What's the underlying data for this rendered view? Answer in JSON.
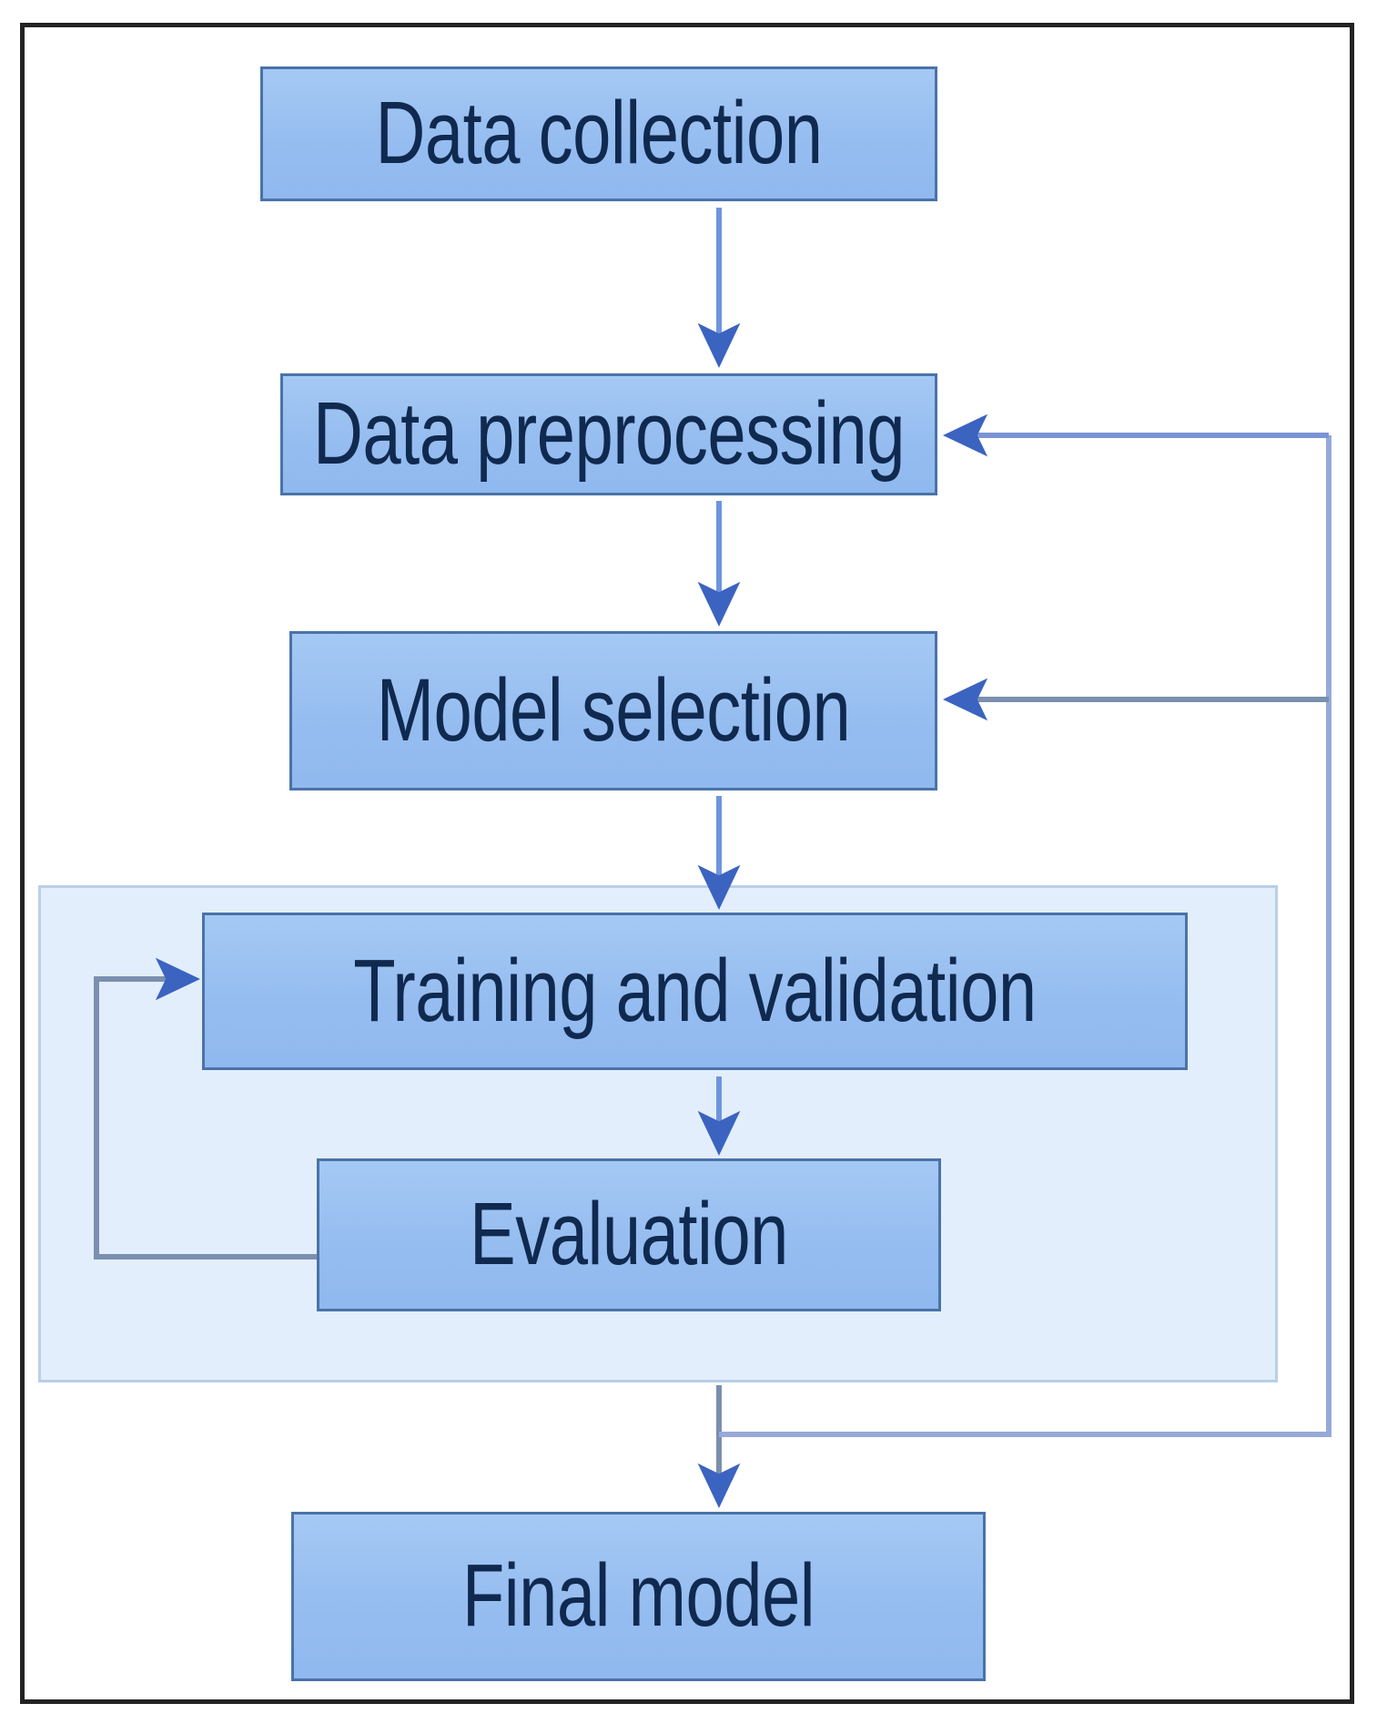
{
  "diagram": {
    "title": "Machine learning workflow flowchart",
    "colors": {
      "node_fill": "#9ac1f2",
      "node_border": "#4a73a8",
      "node_text": "#10294f",
      "group_fill": "#e3eefc",
      "group_border": "#b9cfe8",
      "arrow_blue": "#4472c4",
      "loop_line": "#7b8fae",
      "frame": "#232323",
      "background": "#ffffff"
    },
    "nodes": [
      {
        "id": "data-collection",
        "label": "Data collection"
      },
      {
        "id": "data-preprocessing",
        "label": "Data preprocessing"
      },
      {
        "id": "model-selection",
        "label": "Model selection"
      },
      {
        "id": "training-validation",
        "label": "Training and validation"
      },
      {
        "id": "evaluation",
        "label": "Evaluation"
      },
      {
        "id": "final-model",
        "label": "Final model"
      }
    ],
    "group": {
      "id": "training-loop-group",
      "label": ""
    },
    "edges": [
      {
        "id": "e1",
        "from": "data-collection",
        "to": "data-preprocessing",
        "kind": "straight-down",
        "label": ""
      },
      {
        "id": "e2",
        "from": "data-preprocessing",
        "to": "model-selection",
        "kind": "straight-down",
        "label": ""
      },
      {
        "id": "e3",
        "from": "model-selection",
        "to": "training-validation",
        "kind": "straight-down",
        "label": ""
      },
      {
        "id": "e4",
        "from": "training-validation",
        "to": "evaluation",
        "kind": "straight-down",
        "label": ""
      },
      {
        "id": "e5",
        "from": "evaluation",
        "to": "training-validation",
        "kind": "loop-left",
        "label": ""
      },
      {
        "id": "e6",
        "from": "training-loop-group",
        "to": "final-model",
        "kind": "straight-down",
        "label": ""
      },
      {
        "id": "e7",
        "from": "training-loop-group",
        "to": "data-preprocessing",
        "kind": "loop-right",
        "label": ""
      },
      {
        "id": "e8",
        "from": "training-loop-group",
        "to": "model-selection",
        "kind": "loop-right",
        "label": ""
      }
    ]
  }
}
